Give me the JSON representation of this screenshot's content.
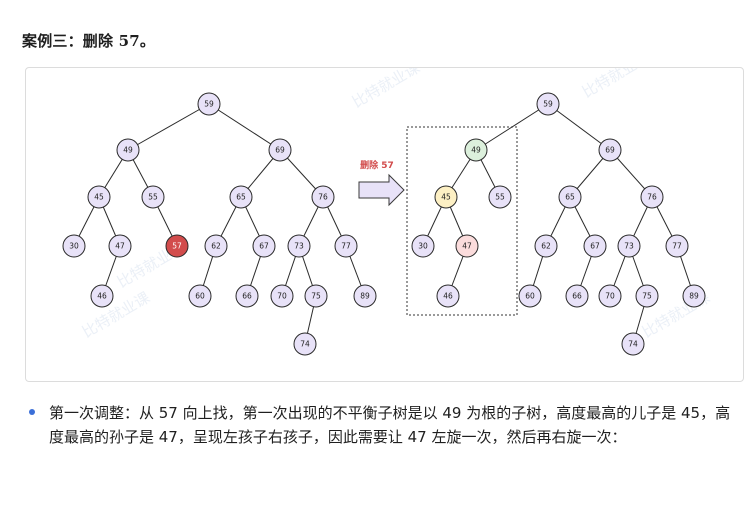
{
  "heading": {
    "label": "案例三：删除",
    "number": "57",
    "tail": "。"
  },
  "figure": {
    "arrow_label": "删除 57",
    "watermark": "比特就业课",
    "colors": {
      "node_default": "#e8e2f8",
      "node_stroke": "#2b2b2b",
      "node_deleted": "#d24c4c",
      "node_unbalanced": "#dcf0dc",
      "node_child": "#fdf0c4",
      "node_grandchild": "#fbdcdc",
      "edge": "#2b2b2b",
      "arrow_fill": "#e8e2f8",
      "arrow_label": "#d24c4c"
    },
    "left_tree": {
      "nodes": [
        {
          "id": "n59",
          "label": "59"
        },
        {
          "id": "n49",
          "label": "49"
        },
        {
          "id": "n69",
          "label": "69"
        },
        {
          "id": "n45",
          "label": "45"
        },
        {
          "id": "n55",
          "label": "55"
        },
        {
          "id": "n65",
          "label": "65"
        },
        {
          "id": "n76",
          "label": "76"
        },
        {
          "id": "n30",
          "label": "30"
        },
        {
          "id": "n47",
          "label": "47"
        },
        {
          "id": "n57",
          "label": "57",
          "status": "deleted"
        },
        {
          "id": "n62",
          "label": "62"
        },
        {
          "id": "n67",
          "label": "67"
        },
        {
          "id": "n73",
          "label": "73"
        },
        {
          "id": "n77",
          "label": "77"
        },
        {
          "id": "n46",
          "label": "46"
        },
        {
          "id": "n60",
          "label": "60"
        },
        {
          "id": "n66",
          "label": "66"
        },
        {
          "id": "n70",
          "label": "70"
        },
        {
          "id": "n75",
          "label": "75"
        },
        {
          "id": "n89",
          "label": "89"
        },
        {
          "id": "n74",
          "label": "74"
        }
      ],
      "edges": [
        [
          "n59",
          "n49"
        ],
        [
          "n59",
          "n69"
        ],
        [
          "n49",
          "n45"
        ],
        [
          "n49",
          "n55"
        ],
        [
          "n45",
          "n30"
        ],
        [
          "n45",
          "n47"
        ],
        [
          "n47",
          "n46"
        ],
        [
          "n55",
          "n57"
        ],
        [
          "n69",
          "n65"
        ],
        [
          "n69",
          "n76"
        ],
        [
          "n65",
          "n62"
        ],
        [
          "n65",
          "n67"
        ],
        [
          "n62",
          "n60"
        ],
        [
          "n67",
          "n66"
        ],
        [
          "n76",
          "n73"
        ],
        [
          "n76",
          "n77"
        ],
        [
          "n73",
          "n70"
        ],
        [
          "n73",
          "n75"
        ],
        [
          "n75",
          "n74"
        ],
        [
          "n77",
          "n89"
        ]
      ]
    },
    "right_tree": {
      "nodes": [
        {
          "id": "m59",
          "label": "59"
        },
        {
          "id": "m49",
          "label": "49",
          "status": "unbalanced"
        },
        {
          "id": "m69",
          "label": "69"
        },
        {
          "id": "m45",
          "label": "45",
          "status": "child"
        },
        {
          "id": "m55",
          "label": "55"
        },
        {
          "id": "m65",
          "label": "65"
        },
        {
          "id": "m76",
          "label": "76"
        },
        {
          "id": "m30",
          "label": "30"
        },
        {
          "id": "m47",
          "label": "47",
          "status": "grandchild"
        },
        {
          "id": "m62",
          "label": "62"
        },
        {
          "id": "m67",
          "label": "67"
        },
        {
          "id": "m73",
          "label": "73"
        },
        {
          "id": "m77",
          "label": "77"
        },
        {
          "id": "m46",
          "label": "46"
        },
        {
          "id": "m60",
          "label": "60"
        },
        {
          "id": "m66",
          "label": "66"
        },
        {
          "id": "m70",
          "label": "70"
        },
        {
          "id": "m75",
          "label": "75"
        },
        {
          "id": "m89",
          "label": "89"
        },
        {
          "id": "m74",
          "label": "74"
        }
      ],
      "edges": [
        [
          "m59",
          "m49"
        ],
        [
          "m59",
          "m69"
        ],
        [
          "m49",
          "m45"
        ],
        [
          "m49",
          "m55"
        ],
        [
          "m45",
          "m30"
        ],
        [
          "m45",
          "m47"
        ],
        [
          "m47",
          "m46"
        ],
        [
          "m69",
          "m65"
        ],
        [
          "m69",
          "m76"
        ],
        [
          "m65",
          "m62"
        ],
        [
          "m65",
          "m67"
        ],
        [
          "m62",
          "m60"
        ],
        [
          "m67",
          "m66"
        ],
        [
          "m76",
          "m73"
        ],
        [
          "m76",
          "m77"
        ],
        [
          "m73",
          "m70"
        ],
        [
          "m73",
          "m75"
        ],
        [
          "m75",
          "m74"
        ],
        [
          "m77",
          "m89"
        ]
      ]
    }
  },
  "bullet": {
    "text": "第一次调整：从 57 向上找，第一次出现的不平衡子树是以 49 为根的子树，高度最高的儿子是 45，高度最高的孙子是 47，呈现左孩子右孩子，因此需要让 47 左旋一次，然后再右旋一次："
  }
}
